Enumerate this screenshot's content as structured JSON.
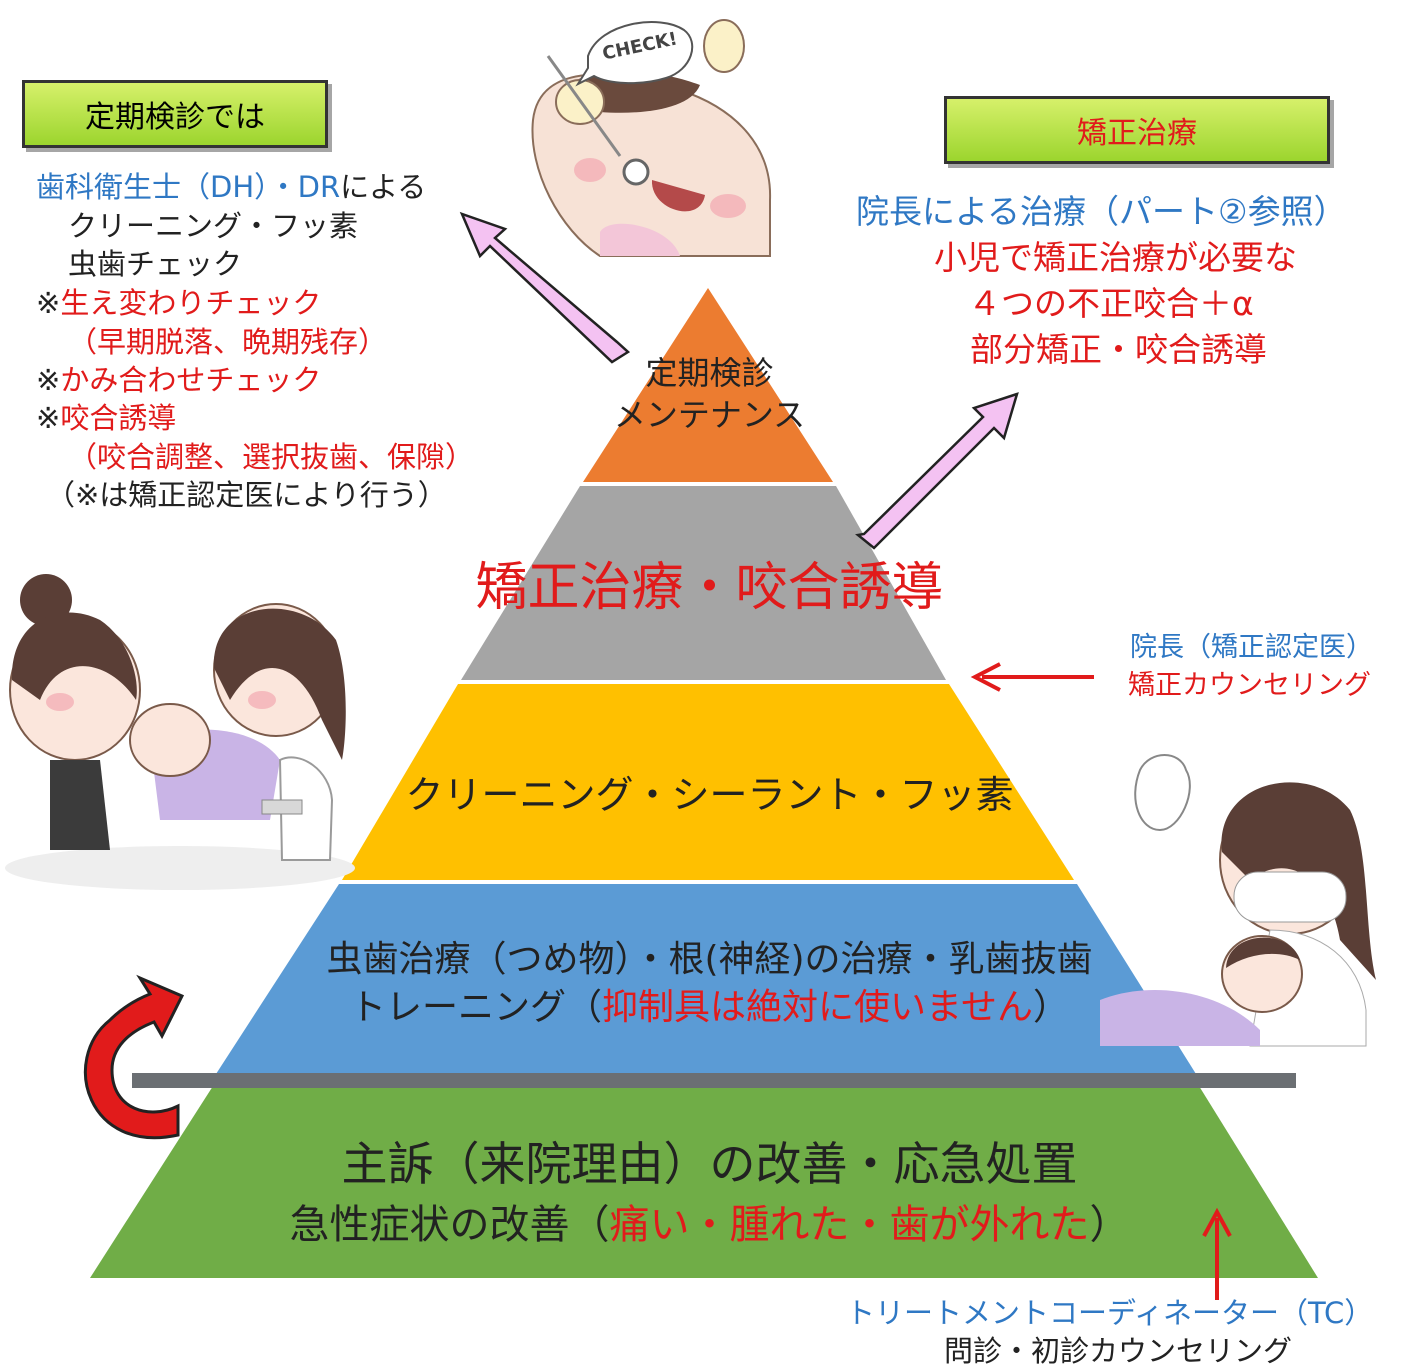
{
  "colors": {
    "tier_top": "#ec7c30",
    "tier_2": "#a5a5a5",
    "tier_3": "#ffc000",
    "tier_4": "#5b9bd5",
    "tier_5": "#70ad47",
    "accent_blue": "#2f78c4",
    "accent_red": "#e11b1b",
    "tag_green": "#9cd52e",
    "arrow_pink": "#f4c2f2"
  },
  "left_panel": {
    "tag": "定期検診では",
    "line1_blue": "歯科衛生士（DH）・DR",
    "line1_black": "による",
    "line2": "クリーニング・フッ素",
    "line3": "虫歯チェック",
    "line4_mark": "※",
    "line4_red": "生え変わりチェック",
    "line5_red": "（早期脱落、晩期残存）",
    "line6_mark": "※",
    "line6_red": "かみ合わせチェック",
    "line7_mark": "※",
    "line7_red": "咬合誘導",
    "line8_red": "（咬合調整、選択抜歯、保隙）",
    "line9": "（※は矯正認定医により行う）"
  },
  "right_panel": {
    "tag": "矯正治療",
    "line1_blue": "院長による治療（パート②参照）",
    "line2_red": "小児で矯正治療が必要な",
    "line3_red": "４つの不正咬合＋α",
    "line4_red": "部分矯正・咬合誘導"
  },
  "pyramid": {
    "tier1_line1": "定期検診",
    "tier1_line2": "メンテナンス",
    "tier2": "矯正治療・咬合誘導",
    "tier3": "クリーニング・シーラント・フッ素",
    "tier4_line1": "虫歯治療（つめ物）・根(神経)の治療・乳歯抜歯",
    "tier4_line2_pre": "トレーニング（",
    "tier4_line2_red": "抑制具は絶対に使いません",
    "tier4_line2_post": "）",
    "tier5_line1": "主訴（来院理由）の改善・応急処置",
    "tier5_line2_pre": "急性症状の改善（",
    "tier5_line2_red": "痛い・腫れた・歯が外れた",
    "tier5_line2_post": "）"
  },
  "side_notes": {
    "director_blue": "院長（矯正認定医）",
    "director_red": "矯正カウンセリング",
    "tc_blue": "トリートメントコーディネーター（TC）",
    "tc_black": "問診・初診カウンセリング"
  },
  "illustration": {
    "check_bubble": "CHECK!"
  }
}
